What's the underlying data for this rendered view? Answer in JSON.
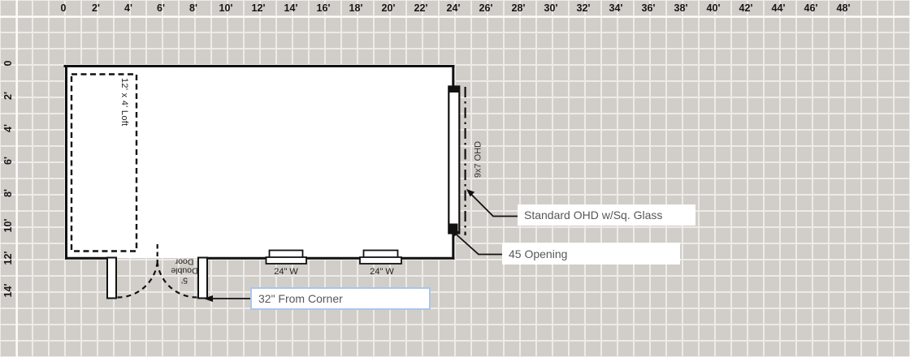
{
  "rulers": {
    "top": [
      "0",
      "2'",
      "4'",
      "6'",
      "8'",
      "10'",
      "12'",
      "14'",
      "16'",
      "18'",
      "20'",
      "22'",
      "24'",
      "26'",
      "28'",
      "30'",
      "32'",
      "34'",
      "36'",
      "38'",
      "40'",
      "42'",
      "44'",
      "46'",
      "48'"
    ],
    "left": [
      "0",
      "2'",
      "4'",
      "6'",
      "8'",
      "10'",
      "12'",
      "14'"
    ]
  },
  "plan": {
    "loft_label": "12' x 4' Loft",
    "double_door_label": "5' Double Door",
    "ohd_label": "9x7 OHD",
    "windows": [
      {
        "label": "24\" W"
      },
      {
        "label": "24\" W"
      }
    ],
    "annotations": [
      {
        "text": "Standard OHD w/Sq. Glass"
      },
      {
        "text": "45 Opening"
      },
      {
        "text": "32\" From Corner"
      }
    ]
  },
  "colors": {
    "grid_cell": "#d1cec9",
    "grid_line": "#edebe8",
    "wall": "#111111",
    "annotation_text": "#575757",
    "selected_callout_border": "#a9c7e7"
  }
}
